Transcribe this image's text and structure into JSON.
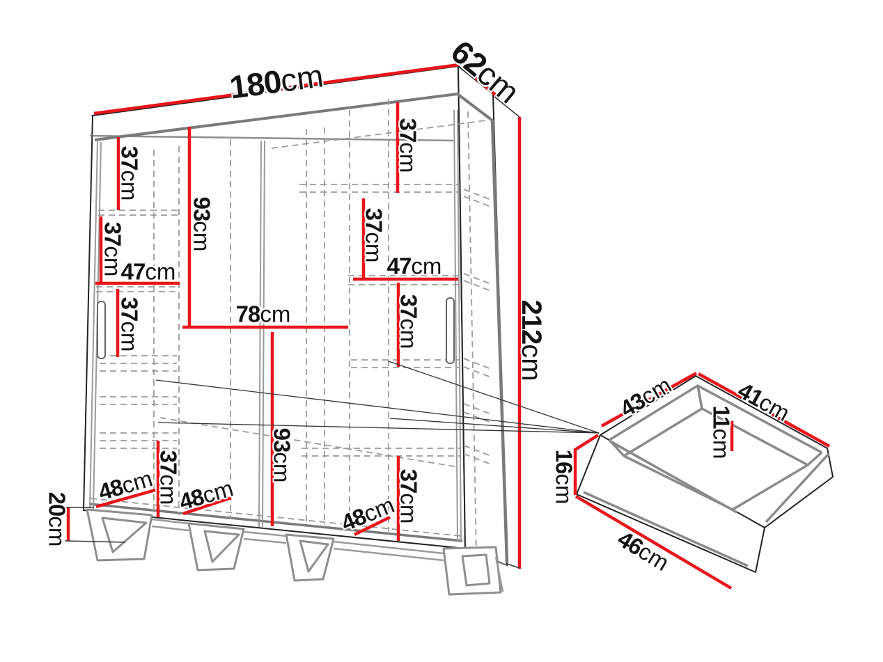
{
  "diagram": {
    "kind": "furniture-dimension-diagram",
    "background_color": "#ffffff",
    "dimension_line_color": "#e8151b",
    "outline_color": "#222222",
    "detail_line_color": "#8a8a8a",
    "default_unit": "cm"
  },
  "dims": {
    "wardrobe_width": {
      "num": "180",
      "unit": "cm"
    },
    "wardrobe_depth": {
      "num": "62",
      "unit": "cm"
    },
    "wardrobe_height": {
      "num": "212",
      "unit": "cm"
    },
    "left_shelf_gap_top": {
      "num": "37",
      "unit": "cm"
    },
    "left_shelf_gap_mid": {
      "num": "37",
      "unit": "cm"
    },
    "left_section_width": {
      "num": "47",
      "unit": "cm"
    },
    "left_shelf_gap_low": {
      "num": "37",
      "unit": "cm"
    },
    "middle_upper_height": {
      "num": "93",
      "unit": "cm"
    },
    "middle_section_width": {
      "num": "78",
      "unit": "cm"
    },
    "right_shelf_gap_top": {
      "num": "37",
      "unit": "cm"
    },
    "right_shelf_gap_mid": {
      "num": "37",
      "unit": "cm"
    },
    "right_section_width": {
      "num": "47",
      "unit": "cm"
    },
    "right_shelf_gap_low": {
      "num": "37",
      "unit": "cm"
    },
    "plinth_height": {
      "num": "20",
      "unit": "cm"
    },
    "bottom_section_1": {
      "num": "48",
      "unit": "cm"
    },
    "bottom_left_gap": {
      "num": "37",
      "unit": "cm"
    },
    "bottom_section_2": {
      "num": "48",
      "unit": "cm"
    },
    "middle_lower_height": {
      "num": "93",
      "unit": "cm"
    },
    "bottom_section_3": {
      "num": "48",
      "unit": "cm"
    },
    "bottom_right_gap": {
      "num": "37",
      "unit": "cm"
    },
    "drawer_top_depth": {
      "num": "43",
      "unit": "cm"
    },
    "drawer_top_width": {
      "num": "41",
      "unit": "cm"
    },
    "drawer_inner_height": {
      "num": "11",
      "unit": "cm"
    },
    "drawer_front_height": {
      "num": "16",
      "unit": "cm"
    },
    "drawer_front_width": {
      "num": "46",
      "unit": "cm"
    }
  }
}
